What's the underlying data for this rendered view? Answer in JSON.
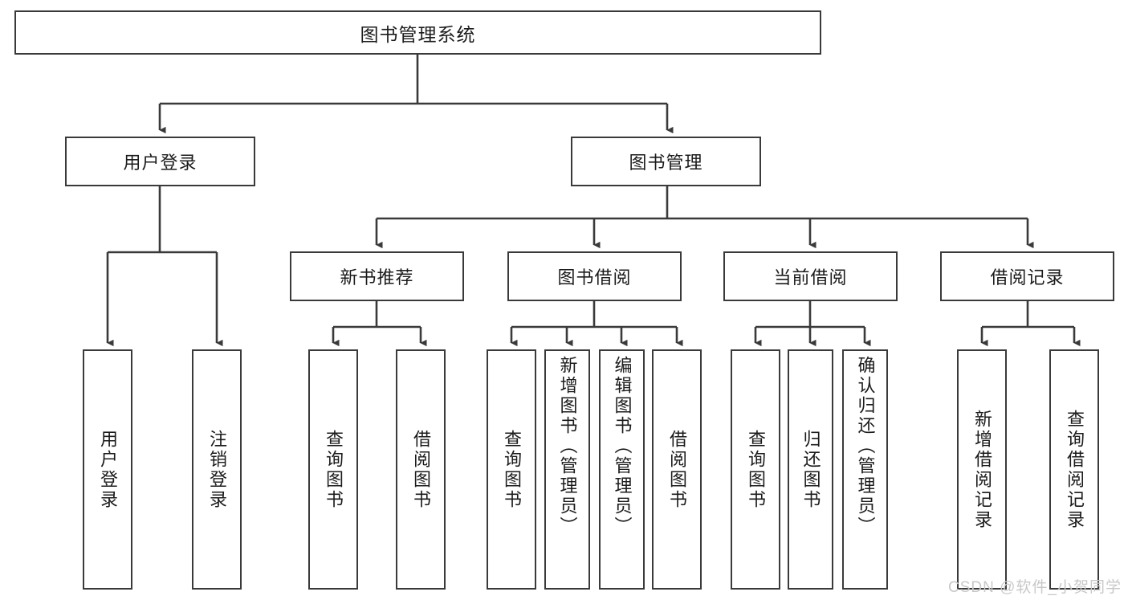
{
  "diagram": {
    "title": "图书管理系统",
    "type": "hierarchy-tree",
    "root": {
      "label": "图书管理系统"
    },
    "level2": [
      {
        "label": "用户登录"
      },
      {
        "label": "图书管理"
      }
    ],
    "level3": [
      {
        "label": "新书推荐"
      },
      {
        "label": "图书借阅"
      },
      {
        "label": "当前借阅"
      },
      {
        "label": "借阅记录"
      }
    ],
    "leaves": [
      {
        "label": "用户登录",
        "parent": "用户登录"
      },
      {
        "label": "注销登录",
        "parent": "用户登录"
      },
      {
        "label": "查询图书",
        "parent": "新书推荐"
      },
      {
        "label": "借阅图书",
        "parent": "新书推荐"
      },
      {
        "label": "查询图书",
        "parent": "图书借阅"
      },
      {
        "label": "新增图书（管理员）",
        "parent": "图书借阅"
      },
      {
        "label": "编辑图书（管理员）",
        "parent": "图书借阅"
      },
      {
        "label": "借阅图书",
        "parent": "图书借阅"
      },
      {
        "label": "查询图书",
        "parent": "当前借阅"
      },
      {
        "label": "归还图书",
        "parent": "当前借阅"
      },
      {
        "label": "确认归还（管理员）",
        "parent": "当前借阅"
      },
      {
        "label": "新增借阅记录",
        "parent": "借阅记录"
      },
      {
        "label": "查询借阅记录",
        "parent": "借阅记录"
      }
    ]
  },
  "watermark": {
    "text": "CSDN @软件_小贺同学"
  },
  "colors": {
    "stroke": "#3a3a3a",
    "background": "#ffffff",
    "text": "#1b1b1b",
    "watermark": "#c8c8c8"
  }
}
